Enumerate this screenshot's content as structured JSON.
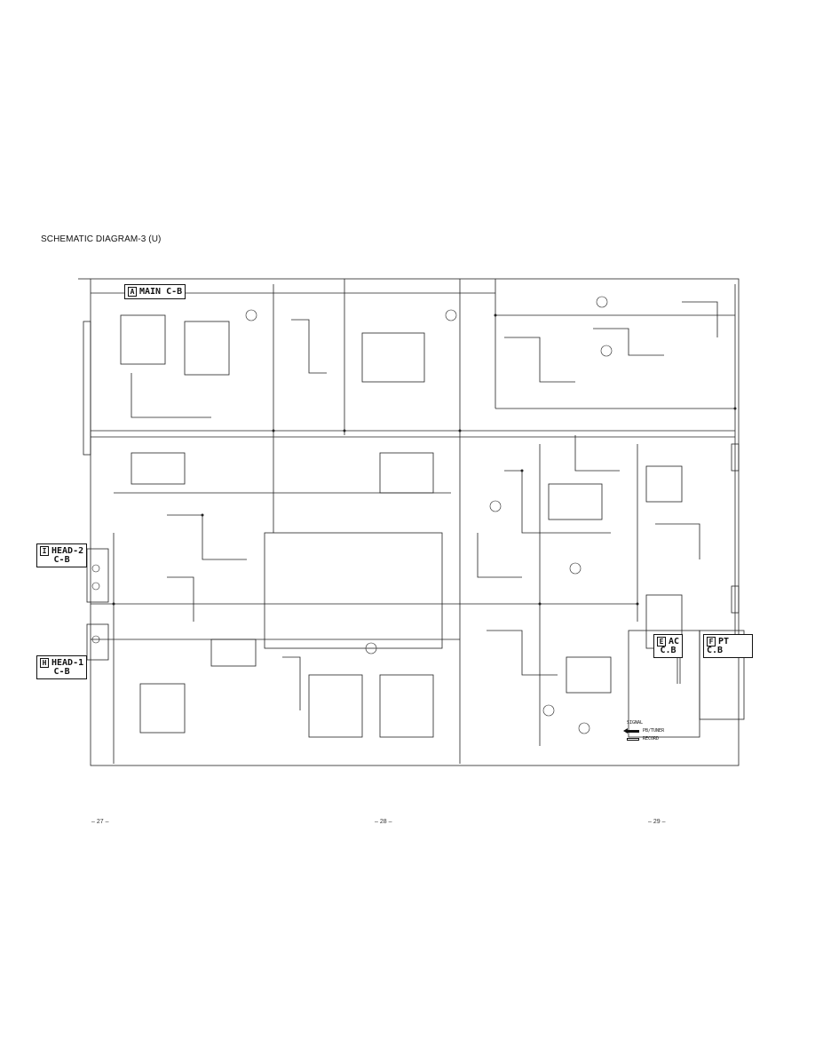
{
  "title": "SCHEMATIC DIAGRAM-3 (U)",
  "boards": {
    "main": {
      "letter": "A",
      "label": "MAIN C-B"
    },
    "head2": {
      "letter": "I",
      "label": "HEAD-2",
      "sub": "C-B"
    },
    "head1": {
      "letter": "H",
      "label": "HEAD-1",
      "sub": "C-B"
    },
    "ac": {
      "letter": "E",
      "label": "AC",
      "sub": "C.B"
    },
    "pt": {
      "letter": "F",
      "label": "PT C.B"
    }
  },
  "legend": {
    "heading": "SIGNAL",
    "items": [
      {
        "icon": "solid-arrow-icon",
        "label": "PB/TUNER"
      },
      {
        "icon": "hollow-arrow-icon",
        "label": "RECORD"
      }
    ]
  },
  "page_numbers": [
    "– 27 –",
    "– 28 –",
    "– 29 –"
  ]
}
